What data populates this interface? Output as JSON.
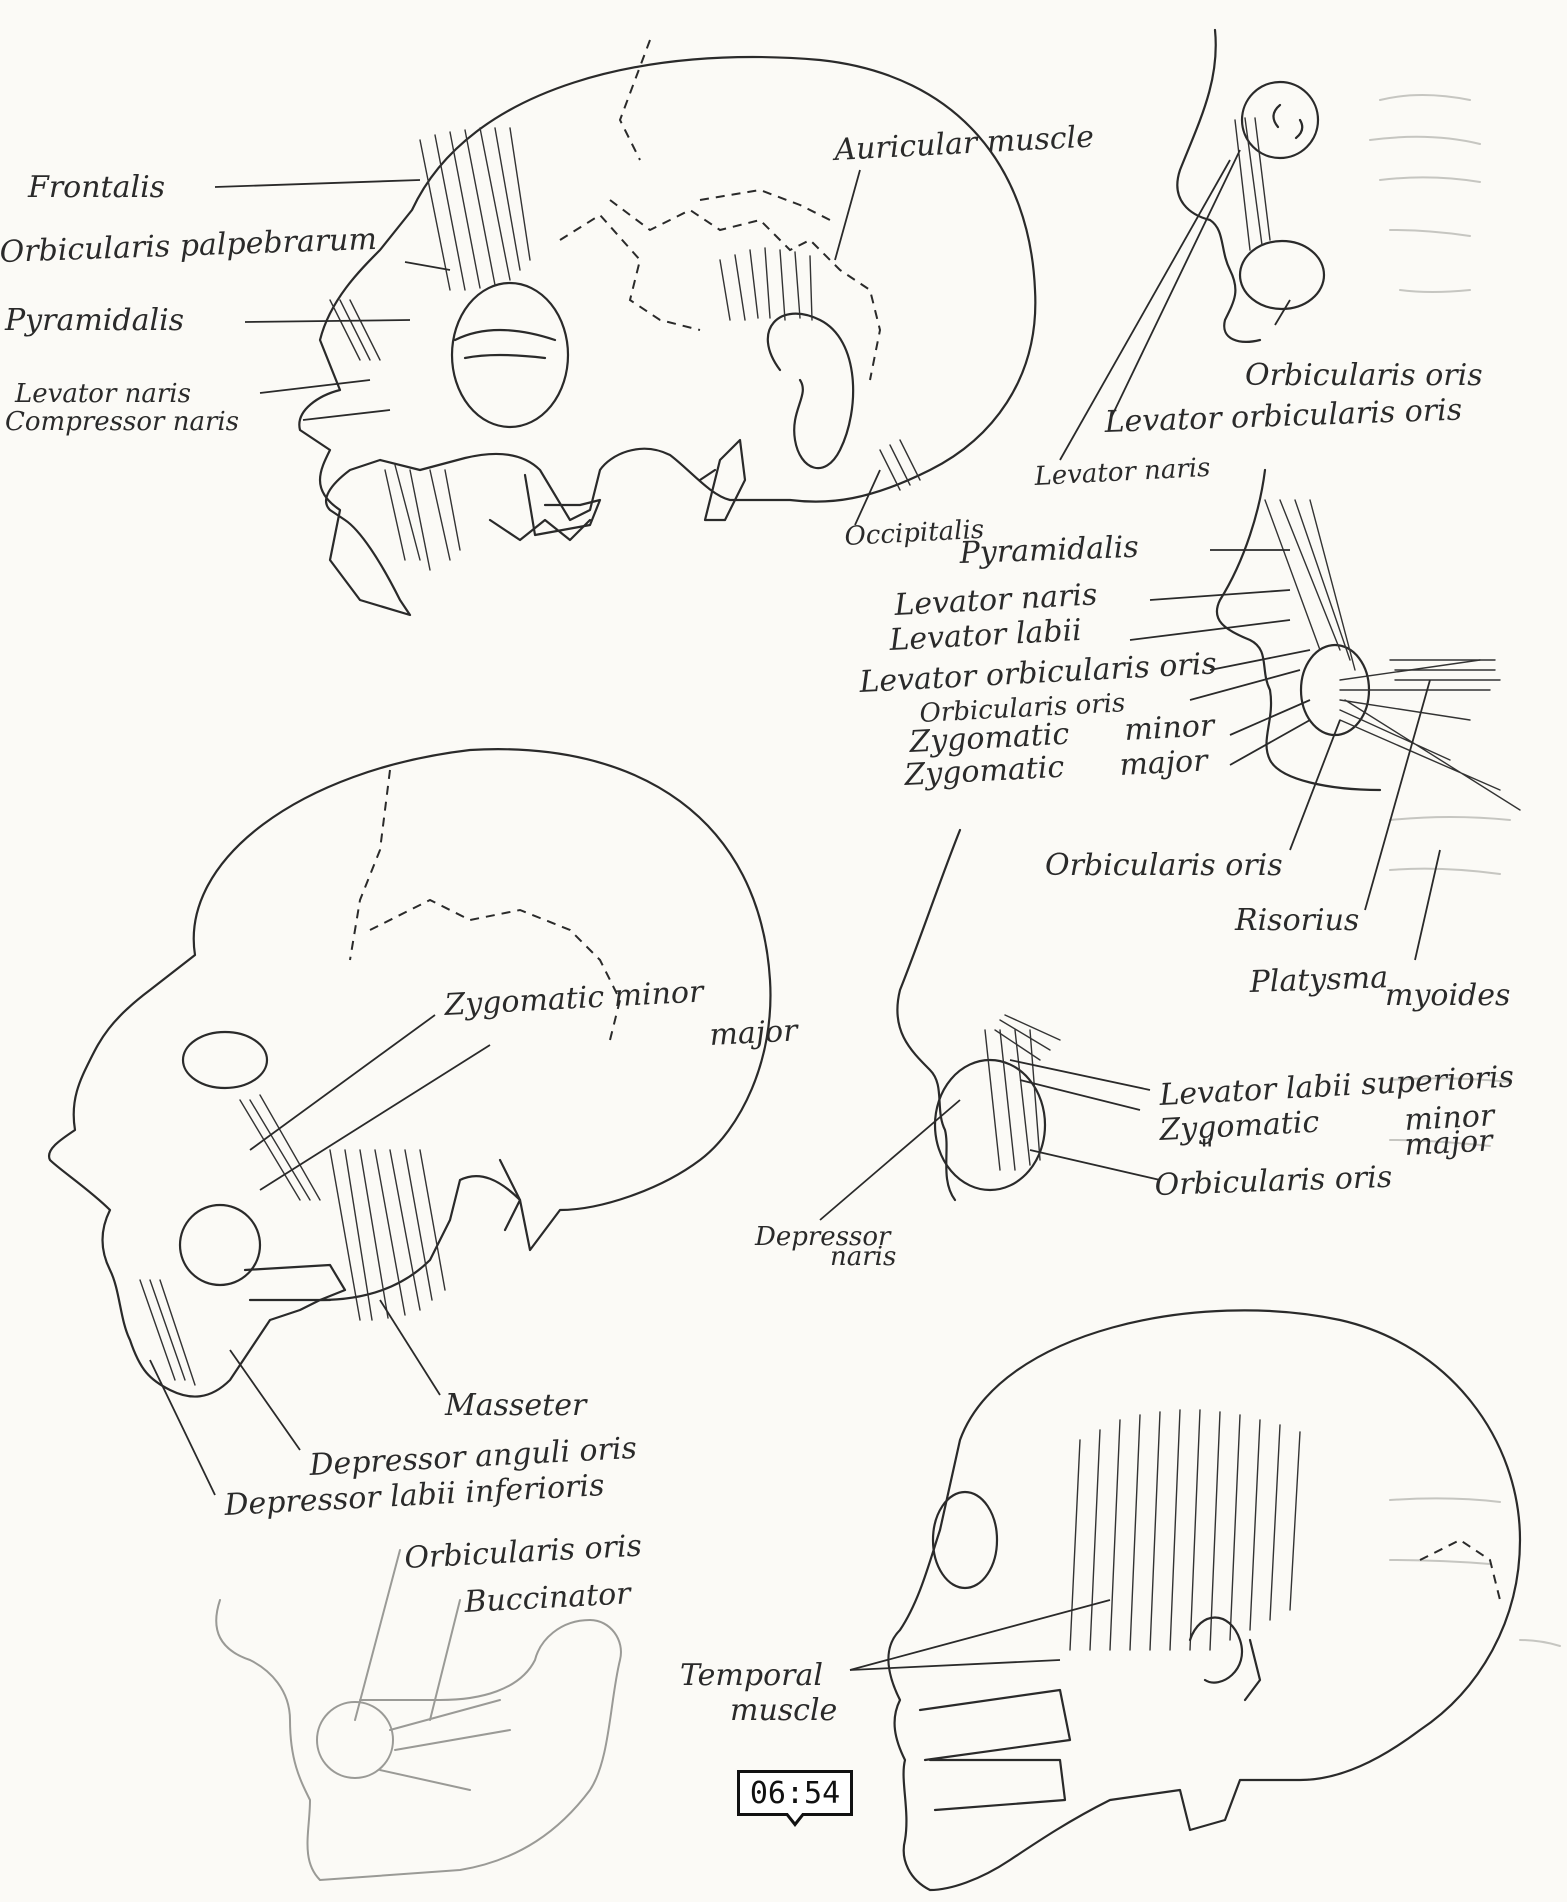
{
  "labels": {
    "frontalis": "Frontalis",
    "orbicularis_palpebrarum": "Orbicularis palpebrarum",
    "pyramidalis_top": "Pyramidalis",
    "levator_naris_top": "Levator naris",
    "compressor_naris": "Compressor naris",
    "auricular_muscle": "Auricular muscle",
    "occipitalis": "Occipitalis",
    "orbicularis_oris_a": "Orbicularis oris",
    "levator_orbicularis_oris_a": "Levator orbicularis oris",
    "levator_naris_a": "Levator naris",
    "pyramidalis_b": "Pyramidalis",
    "levator_naris_b": "Levator naris",
    "levator_labii": "Levator labii",
    "levator_orbicularis_oris_b": "Levator orbicularis oris",
    "orbicularis_oris_b": "Orbicularis oris",
    "zygomatic_minor_label": "Zygomatic",
    "minor_b": "minor",
    "zygomatic_major_label": "Zygomatic",
    "major_b": "major",
    "orbicularis_oris_c": "Orbicularis oris",
    "risorius": "Risorius",
    "platysma": "Platysma",
    "myoides": "myoides",
    "zygomatic_minor_mid": "Zygomatic minor",
    "major_mid": "major",
    "masseter": "Masseter",
    "depressor_anguli_oris": "Depressor anguli oris",
    "depressor_labii_inferioris": "Depressor labii inferioris",
    "levator_labii_superioris": "Levator labii superioris",
    "zygomatic_c": "Zygomatic",
    "minor_c": "minor",
    "major_c": "major",
    "quote_mark": "\"",
    "orbicularis_oris_d": "Orbicularis oris",
    "depressor": "Depressor",
    "naris": "naris",
    "orbicularis_oris_e": "Orbicularis oris",
    "buccinator": "Buccinator",
    "temporal": "Temporal",
    "muscle": "muscle"
  },
  "timestamp": "06:54"
}
